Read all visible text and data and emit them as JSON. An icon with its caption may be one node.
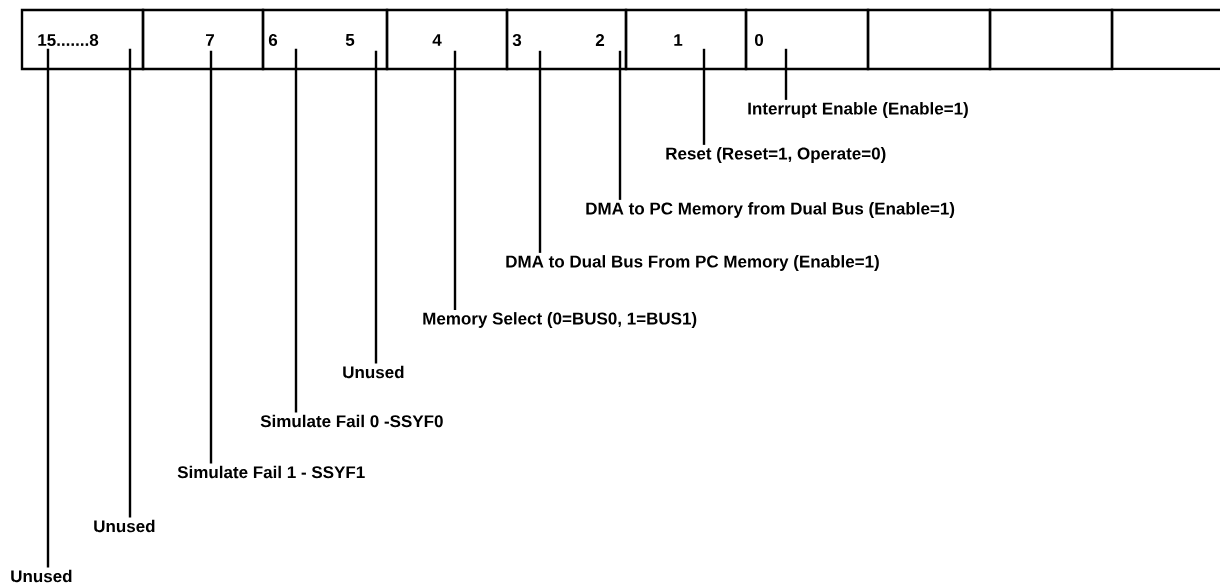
{
  "diagram": {
    "nodes": [
      {
        "text": [],
        "shape": "box"
      },
      {
        "text": [],
        "shape": "box"
      },
      {
        "text": [],
        "shape": "box"
      },
      {
        "text": [],
        "shape": "box"
      },
      {
        "text": [],
        "shape": "box"
      },
      {
        "text": [],
        "shape": "box"
      },
      {
        "text": [],
        "shape": "box"
      },
      {
        "text": [],
        "shape": "box"
      },
      {
        "text": [],
        "shape": "box"
      },
      {
        "text": [],
        "shape": "box"
      },
      {
        "text": [
          "Interrupt Enable (Enable=1)"
        ]
      },
      {
        "text": [
          "Reset (Reset=1, Operate=0)"
        ]
      },
      {
        "text": [
          "DMA to PC Memory from Dual Bus (Enable=1)"
        ]
      },
      {
        "text": [
          "DMA to Dual Bus From PC Memory (Enable=1)"
        ]
      },
      {
        "text": [
          "Memory Select (0=BUS0, 1=BUS1)"
        ]
      },
      {
        "text": [
          "Unused"
        ]
      },
      {
        "text": [
          "Simulate Fail 0 -SSYF0"
        ]
      },
      {
        "text": [
          "Simulate Fail 1 - SSYF1"
        ]
      },
      {
        "text": [
          "Unused"
        ]
      },
      {
        "text": [
          "Unused"
        ]
      }
    ],
    "edges": [
      {
        "from": 10,
        "to": 6,
        "arrow": "none"
      },
      {
        "from": 11,
        "to": 5,
        "arrow": "none"
      },
      {
        "from": 12,
        "to": 4,
        "arrow": "none"
      },
      {
        "from": 13,
        "to": 4,
        "arrow": "none"
      },
      {
        "from": 14,
        "to": 3,
        "arrow": "none"
      },
      {
        "from": 15,
        "to": 2,
        "arrow": "none"
      },
      {
        "from": 16,
        "to": 2,
        "arrow": "none"
      },
      {
        "from": 17,
        "to": 1,
        "arrow": "none"
      },
      {
        "from": 18,
        "to": 0,
        "arrow": "none"
      },
      {
        "from": 19,
        "to": 0,
        "arrow": "none"
      }
    ],
    "labels": [
      "15.......8",
      "7",
      "6",
      "5",
      "4",
      "3",
      "2",
      "1",
      "0"
    ]
  }
}
